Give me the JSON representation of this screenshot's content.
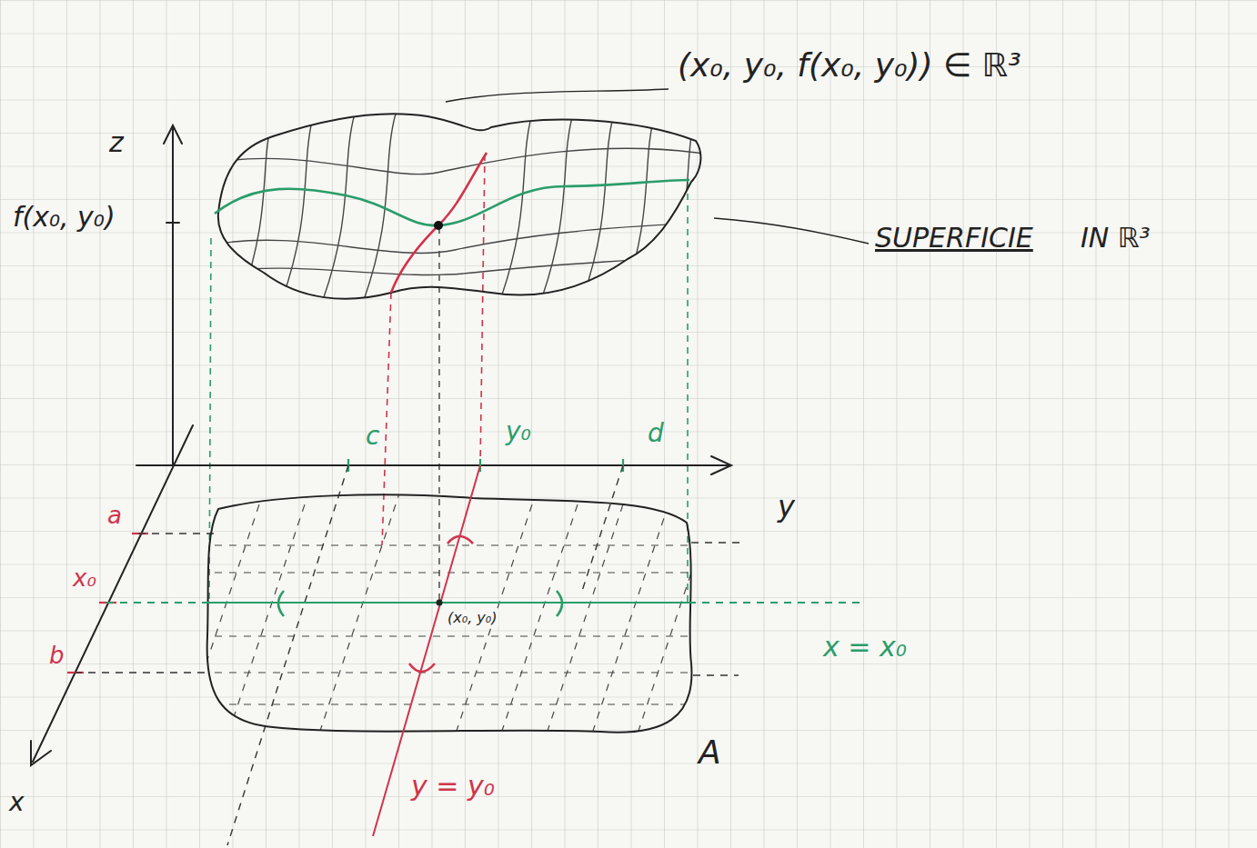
{
  "diagram": {
    "labels": [
      "(x₀, y₀, f(x₀, y₀)) ∈ ℝ³",
      "z",
      "f(x₀, y₀)",
      "SUPERFICIE",
      "IN ℝ³",
      "c",
      "y₀",
      "d",
      "y",
      "a",
      "x₀",
      "b",
      "(x₀, y₀)",
      "x = x₀",
      "A",
      "y = y₀",
      "x"
    ]
  }
}
